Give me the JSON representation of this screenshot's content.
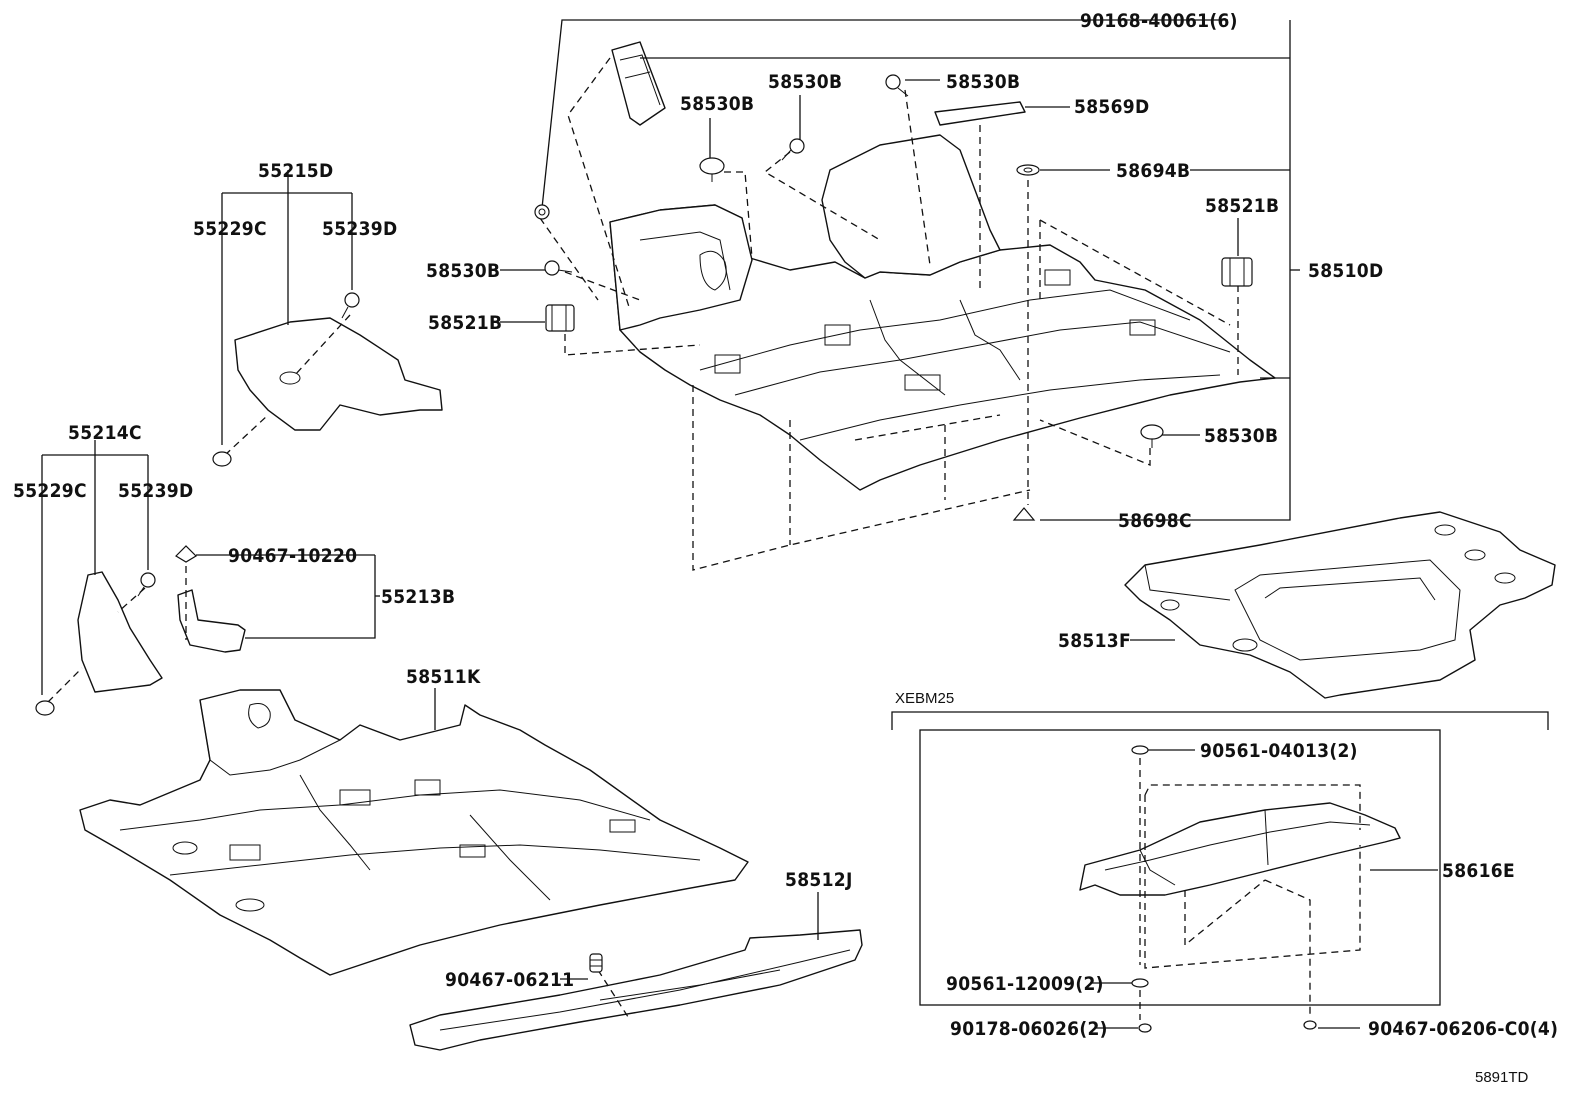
{
  "labels": {
    "p90168": "90168-40061(6)",
    "p58530b_a": "58530B",
    "p58530b_b": "58530B",
    "p58530b_c": "58530B",
    "p58530b_d": "58530B",
    "p58530b_e": "58530B",
    "p58569d": "58569D",
    "p58694b": "58694B",
    "p58521b_a": "58521B",
    "p58521b_b": "58521B",
    "p58510d": "58510D",
    "p58698c": "58698C",
    "p55215d": "55215D",
    "p55229c_a": "55229C",
    "p55239d_a": "55239D",
    "p55214c": "55214C",
    "p55229c_b": "55229C",
    "p55239d_b": "55239D",
    "p90467_10220": "90467-10220",
    "p55213b": "55213B",
    "p58513f": "58513F",
    "p58511k": "58511K",
    "p58512j": "58512J",
    "p90467_06211": "90467-06211",
    "xebm25": "XEBM25",
    "p90561_04013": "90561-04013(2)",
    "p58616e": "58616E",
    "p90561_12009": "90561-12009(2)",
    "p90178_06026": "90178-06026(2)",
    "p90467_06206": "90467-06206-C0(4)",
    "diagram_code": "5891TD"
  }
}
